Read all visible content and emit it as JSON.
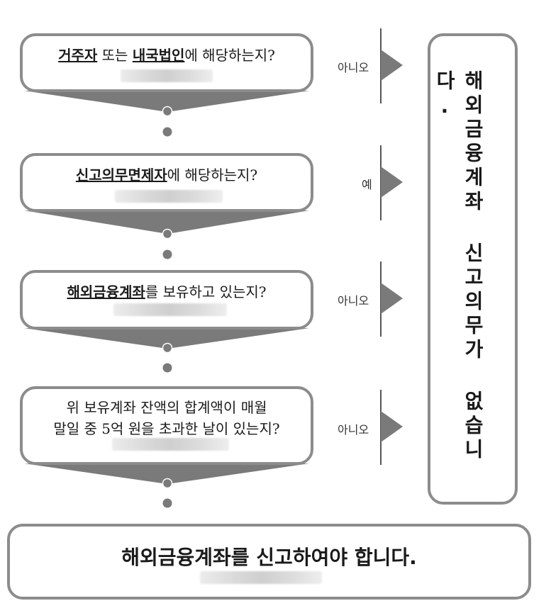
{
  "questions": [
    {
      "keyword": "거주자",
      "mid": " 또는 ",
      "keyword2": "내국법인",
      "rest": "에 해당하는지?",
      "answer": "아니오"
    },
    {
      "keyword": "신고의무면제자",
      "rest": "에 해당하는지?",
      "answer": "예"
    },
    {
      "keyword": "해외금융계좌",
      "rest": "를 보유하고 있는지?",
      "answer": "아니오"
    },
    {
      "line1": "위 보유계좌 잔액의 합계액이 매월",
      "line2": "말일 중 5억 원을 초과한 날이 있는지?",
      "answer": "아니오"
    }
  ],
  "result_no_obligation": "해외금융계좌 신고의무가 없습니다.",
  "result_must_report": "해외금융계좌를 신고하여야 합니다.",
  "colors": {
    "border": "#8c8c8c",
    "connector": "#7a7a7a",
    "text": "#1a1a1a"
  }
}
